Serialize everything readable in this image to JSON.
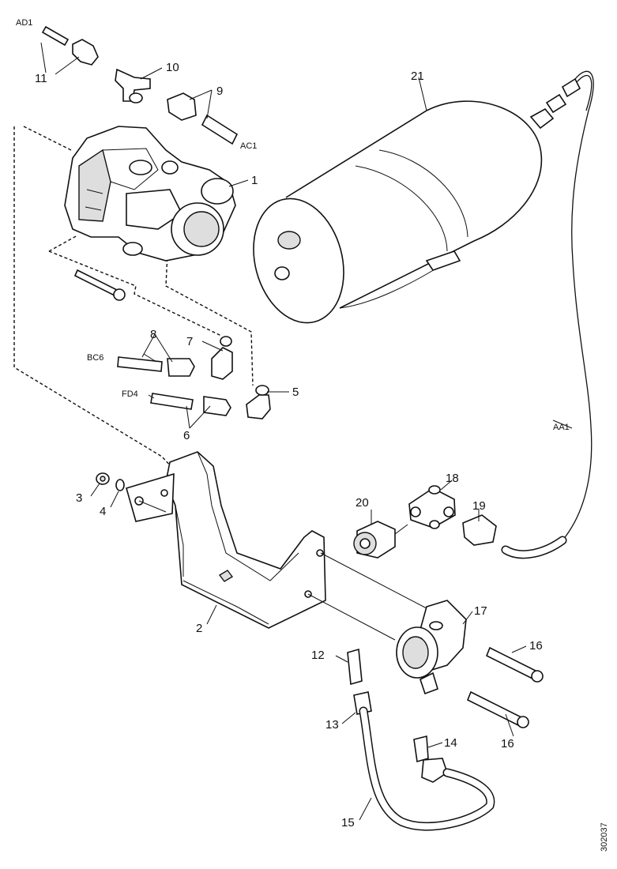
{
  "diagram": {
    "drawing_ref": "302037",
    "part_numbers": [
      "1",
      "2",
      "3",
      "4",
      "5",
      "6",
      "7",
      "8",
      "9",
      "10",
      "11",
      "12",
      "13",
      "14",
      "15",
      "16",
      "17",
      "18",
      "19",
      "20",
      "21"
    ],
    "line_codes": {
      "ad1": "AD1",
      "ac1": "AC1",
      "bc6": "BC6",
      "fd4": "FD4",
      "aa1": "AA1"
    }
  }
}
